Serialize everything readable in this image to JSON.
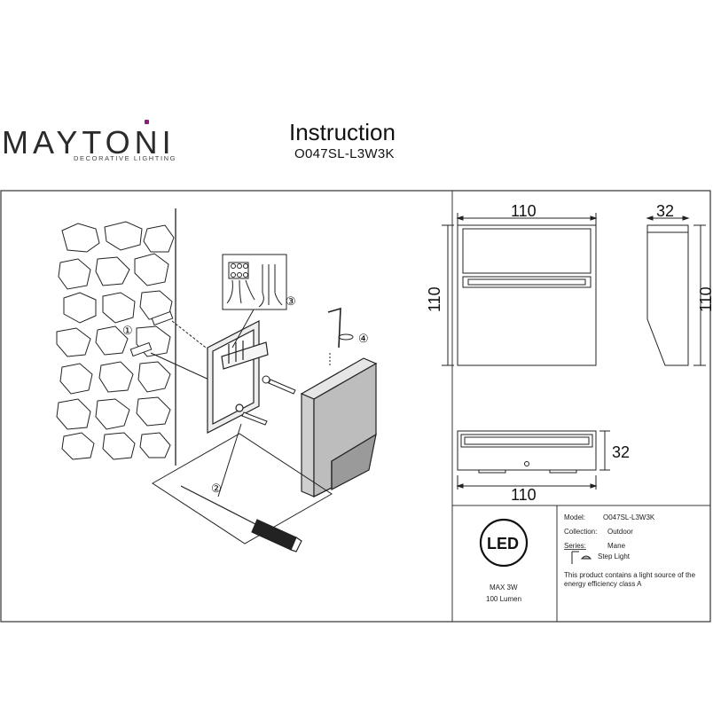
{
  "brand": {
    "name": "MAYTONI",
    "tagline": "DECORATIVE LIGHTING",
    "accent_color": "#8a1f7a"
  },
  "header": {
    "title": "Instruction",
    "model": "O047SL-L3W3K"
  },
  "dimensions": {
    "front_width": "110",
    "front_height": "110",
    "side_depth": "32",
    "side_height": "110",
    "bottom_depth": "32",
    "bottom_width": "110"
  },
  "steps": {
    "step1": "①",
    "step2": "②",
    "step3": "③",
    "step4": "④"
  },
  "info_box": {
    "led_label": "LED",
    "max_power": "MAX 3W",
    "lumen": "100 Lumen",
    "model_label": "Model:",
    "model_value": "O047SL-L3W3K",
    "collection_label": "Collection:",
    "collection_value": "Outdoor",
    "series_label": "Series:",
    "series_value": "Mane",
    "type_value": "Step Light",
    "energy_note_line1": "This product contains a light source of the",
    "energy_note_line2": "energy efficiency class A"
  }
}
